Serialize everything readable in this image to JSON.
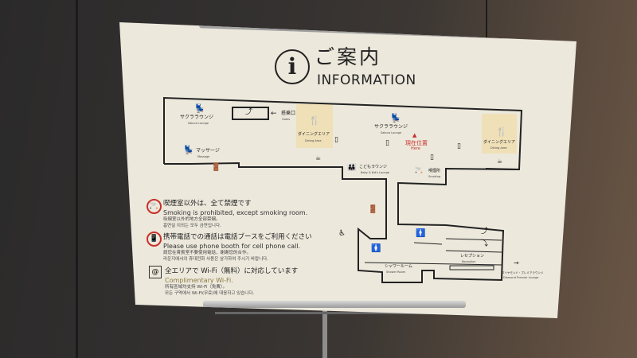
{
  "sign": {
    "title_jp": "ご案内",
    "title_en": "INFORMATION",
    "info_icon": "i"
  },
  "map": {
    "sakura_lounge_1": {
      "jp": "サクララウンジ",
      "en": "Sakura Lounge"
    },
    "sakura_lounge_2": {
      "jp": "サクララウンジ",
      "en": "Sakura Lounge"
    },
    "massage": {
      "jp": "マッサージ",
      "en": "Massage"
    },
    "gates": {
      "jp": "搭乗口",
      "en": "Gates"
    },
    "dining_1": {
      "jp": "ダイニングエリア",
      "en": "Dining Area"
    },
    "dining_2": {
      "jp": "ダイニングエリア",
      "en": "Dining Area"
    },
    "here": {
      "jp": "現在位置",
      "en": "Here"
    },
    "kids_lounge": {
      "jp": "こどもラウンジ",
      "en": "Baby & Kid's Lounge"
    },
    "smoking": {
      "jp": "喫煙所",
      "en": "Smoking"
    },
    "shower": {
      "jp": "シャワールーム",
      "en": "Shower Room"
    },
    "reception": {
      "jp": "レセプション",
      "en": "Reception"
    },
    "diamond": {
      "jp": "ダイヤモンド・プレミアラウンジ",
      "en": "Diamond Premier Lounge"
    },
    "accent_red": "#c8302a",
    "dining_color": "#efe0b8"
  },
  "notices": [
    {
      "icon": "no-smoking-icon",
      "jp": "喫煙室以外は、全て禁煙です",
      "en": "Smoking is prohibited, except smoking room.",
      "zh": "吸烟室以外的地方全部禁烟。",
      "ko": "흡연실 이외는 모두 금연입니다."
    },
    {
      "icon": "no-phone-icon",
      "jp": "携帯電話での通話は電話ブースをご利用ください",
      "en": "Please use phone booth for cell phone call.",
      "zh": "請您在貴賓室不要使用電話，謝謝您的合作。",
      "ko": "라운지에서의 휴대전화 사용은 삼가하여 주시기 바랍니다."
    },
    {
      "icon": "wifi-icon",
      "icon_text": "@",
      "jp": "全エリアで Wi-Fi（無料）に対応しています",
      "en": "Complimentary Wi-Fi.",
      "zh": "所有區域均支持 Wi-Fi（免費）。",
      "ko": "모든 구역에서 Wi-Fi(무료)에 대응하고 있습니다."
    }
  ]
}
